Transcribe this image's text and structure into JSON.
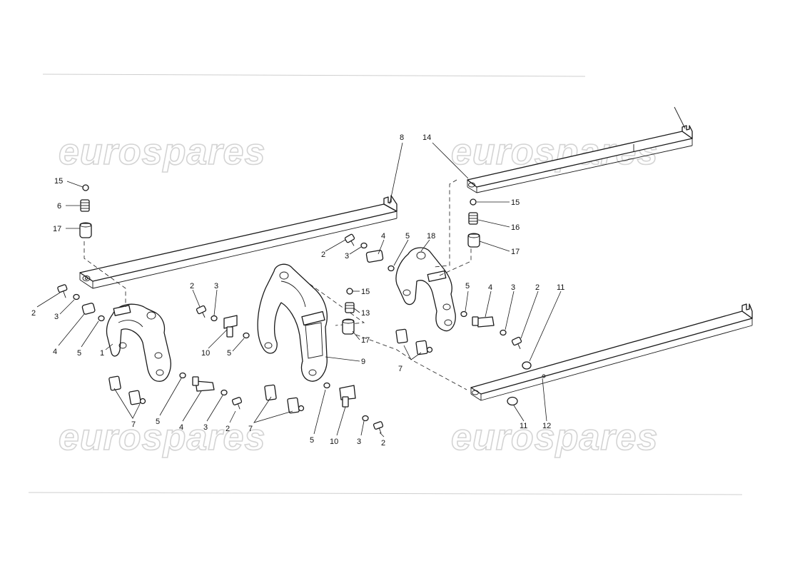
{
  "watermark": {
    "text": "eurospares",
    "color": "#d4d4d4"
  },
  "callouts": {
    "c8": "8",
    "c14": "14",
    "c15a": "15",
    "c6": "6",
    "c17a": "17",
    "c2a": "2",
    "c3a": "3",
    "c4a": "4",
    "c5a": "5",
    "c1": "1",
    "c7a": "7",
    "c2b": "2",
    "c3b": "3",
    "c10a": "10",
    "c5b": "5",
    "c2c": "2",
    "c3c": "3",
    "c4c": "4",
    "c5c": "5",
    "c15b": "15",
    "c13": "13",
    "c17b": "17",
    "c9": "9",
    "c18": "18",
    "c15c": "15",
    "c16": "16",
    "c17c": "17",
    "c5d": "5",
    "c4d": "4",
    "c3d": "3",
    "c2d": "2",
    "c11a": "11",
    "c7b": "7",
    "c5e": "5",
    "c4e": "4",
    "c3e": "3",
    "c2e": "2",
    "c7c": "7",
    "c5f": "5",
    "c10b": "10",
    "c3f": "3",
    "c2f": "2",
    "c11b": "11",
    "c12": "12"
  }
}
